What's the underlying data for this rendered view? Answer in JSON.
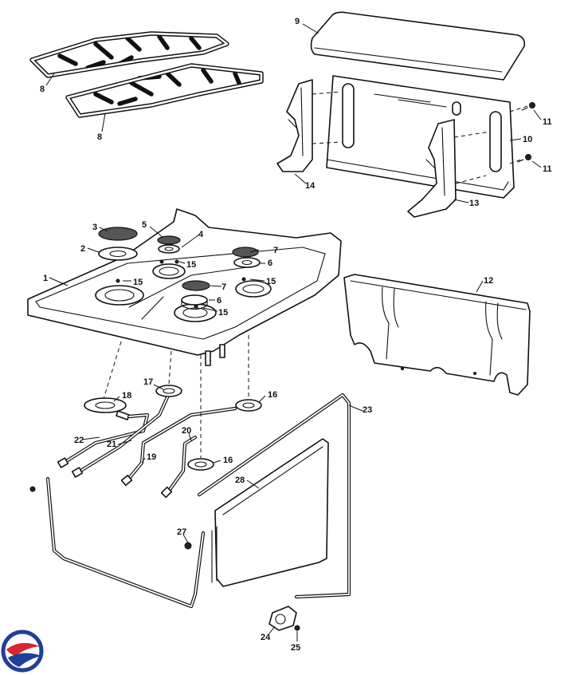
{
  "callouts": [
    {
      "id": "c1",
      "text": "1"
    },
    {
      "id": "c2",
      "text": "2"
    },
    {
      "id": "c3",
      "text": "3"
    },
    {
      "id": "c4",
      "text": "4"
    },
    {
      "id": "c5",
      "text": "5"
    },
    {
      "id": "c6a",
      "text": "6"
    },
    {
      "id": "c6b",
      "text": "6"
    },
    {
      "id": "c7a",
      "text": "7"
    },
    {
      "id": "c7b",
      "text": "7"
    },
    {
      "id": "c8a",
      "text": "8"
    },
    {
      "id": "c8b",
      "text": "8"
    },
    {
      "id": "c9",
      "text": "9"
    },
    {
      "id": "c10",
      "text": "10"
    },
    {
      "id": "c11a",
      "text": "11"
    },
    {
      "id": "c11b",
      "text": "11"
    },
    {
      "id": "c12",
      "text": "12"
    },
    {
      "id": "c13",
      "text": "13"
    },
    {
      "id": "c14",
      "text": "14"
    },
    {
      "id": "c15a",
      "text": "15"
    },
    {
      "id": "c15b",
      "text": "15"
    },
    {
      "id": "c15c",
      "text": "15"
    },
    {
      "id": "c15d",
      "text": "15"
    },
    {
      "id": "c16a",
      "text": "16"
    },
    {
      "id": "c16b",
      "text": "16"
    },
    {
      "id": "c17",
      "text": "17"
    },
    {
      "id": "c18",
      "text": "18"
    },
    {
      "id": "c19",
      "text": "19"
    },
    {
      "id": "c20",
      "text": "20"
    },
    {
      "id": "c21",
      "text": "21"
    },
    {
      "id": "c22",
      "text": "22"
    },
    {
      "id": "c23",
      "text": "23"
    },
    {
      "id": "c24",
      "text": "24"
    },
    {
      "id": "c25",
      "text": "25"
    },
    {
      "id": "c27",
      "text": "27"
    },
    {
      "id": "c28",
      "text": "28"
    }
  ],
  "logo": {
    "colors": {
      "blue": "#1f3f9a",
      "red": "#d9262c"
    }
  }
}
